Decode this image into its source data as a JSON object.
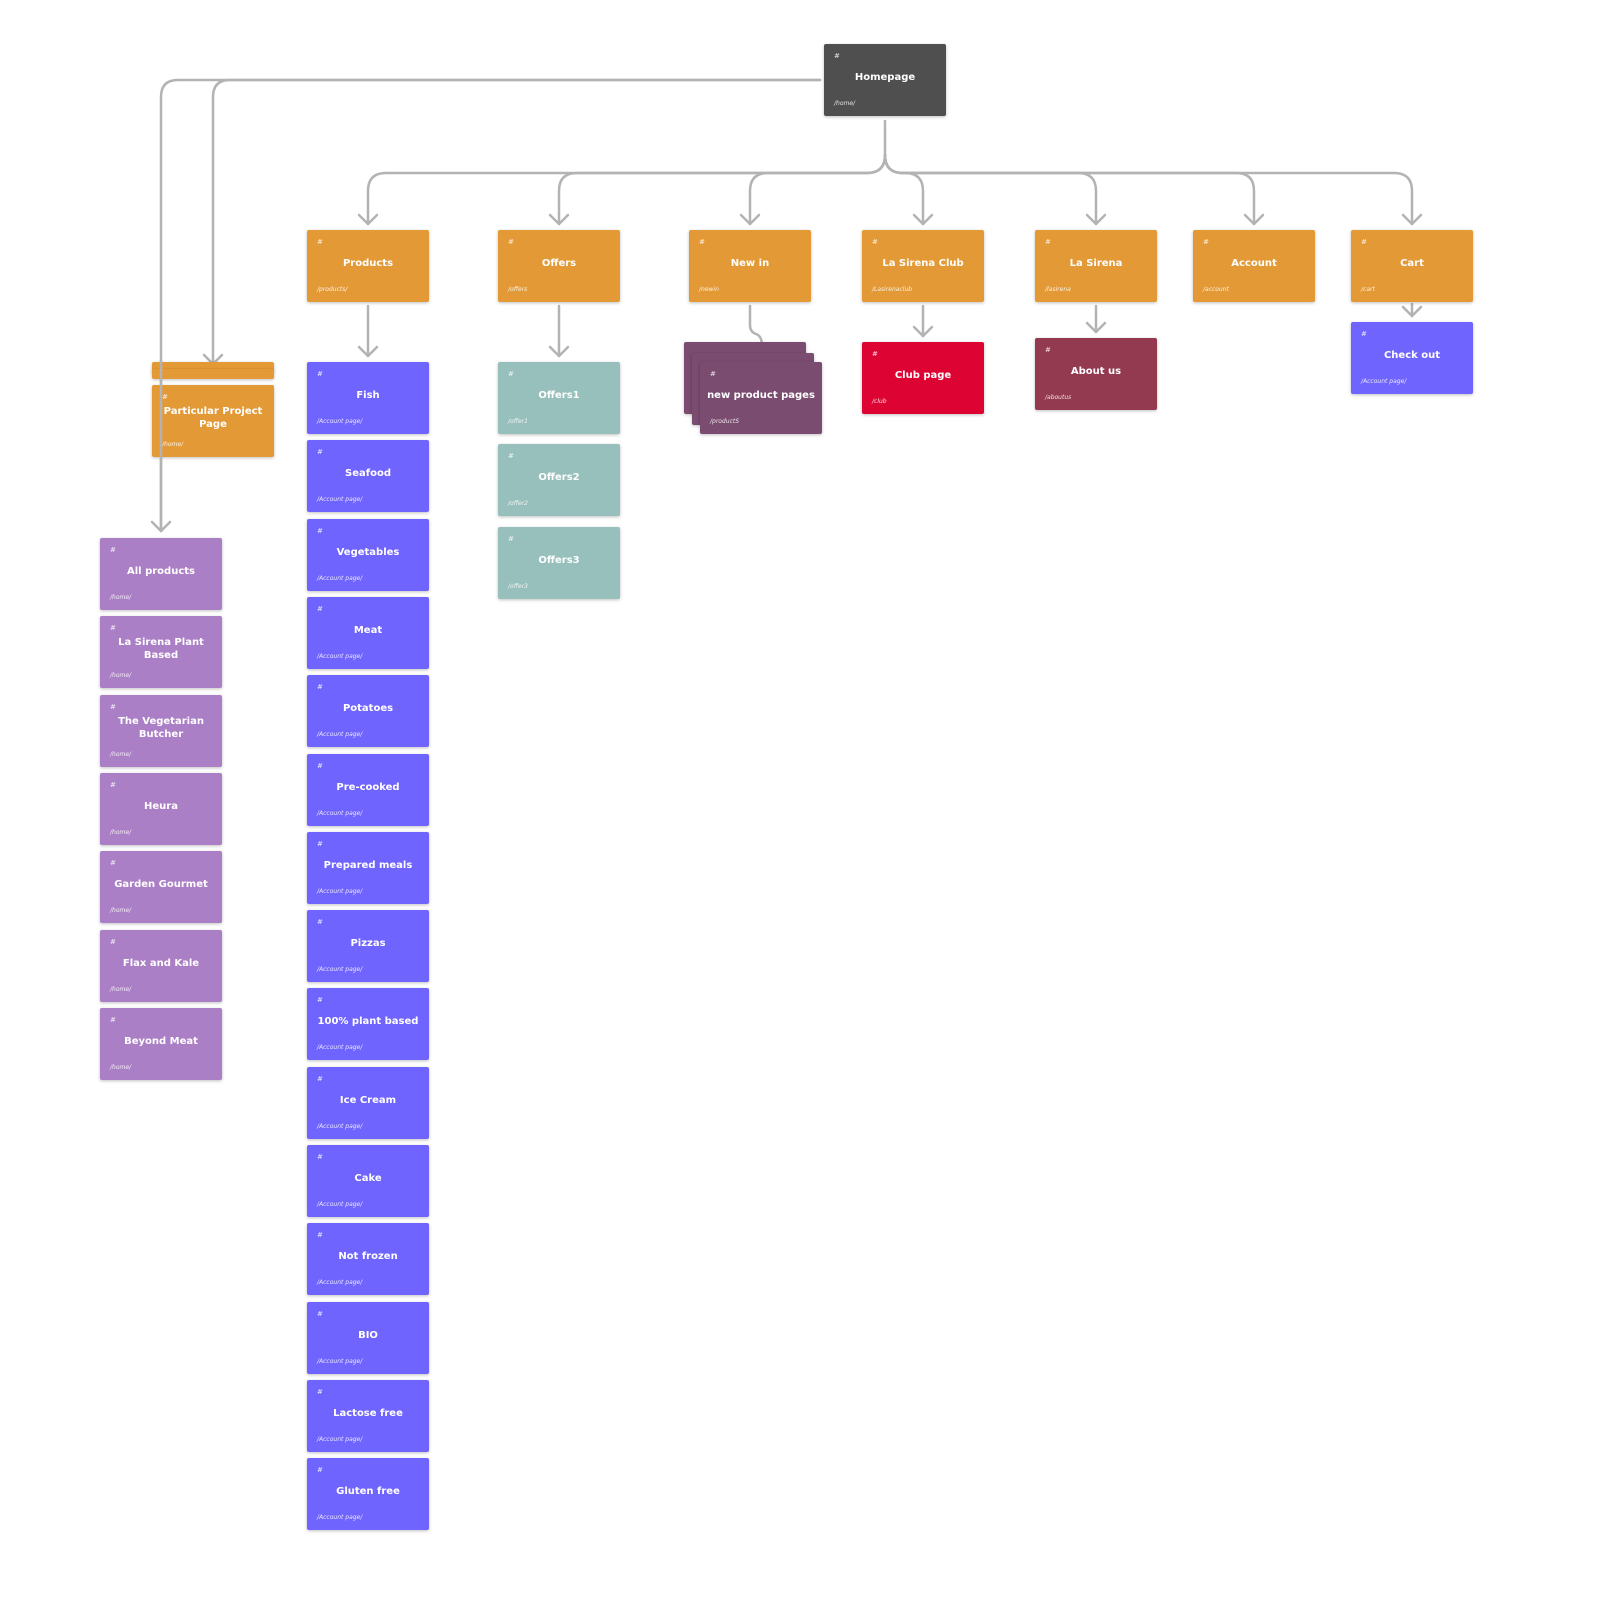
{
  "colors": {
    "root": "#4f4f4f",
    "section": "#e39a36",
    "category": "#7064fe",
    "brand": "#ab7fc5",
    "offer": "#97bfbb",
    "newin": "#7a4c70",
    "club": "#dd0434",
    "about": "#933a50",
    "connector": "#b3b3b3"
  },
  "root": {
    "hash": "#",
    "title": "Homepage",
    "path": "/home/"
  },
  "sections": [
    {
      "hash": "#",
      "title": "Products",
      "path": "/products/"
    },
    {
      "hash": "#",
      "title": "Offers",
      "path": "/offers"
    },
    {
      "hash": "#",
      "title": "New in",
      "path": "/newin"
    },
    {
      "hash": "#",
      "title": "La Sirena Club",
      "path": "/Lasirenaclub"
    },
    {
      "hash": "#",
      "title": "La Sirena",
      "path": "/lasirena"
    },
    {
      "hash": "#",
      "title": "Account",
      "path": "/account"
    },
    {
      "hash": "#",
      "title": "Cart",
      "path": "/cart"
    }
  ],
  "project_page": {
    "hash": "#",
    "title": "Particular Project Page",
    "path": "/home/"
  },
  "brands": [
    {
      "hash": "#",
      "title": "All products",
      "path": "/home/"
    },
    {
      "hash": "#",
      "title": "La Sirena Plant Based",
      "path": "/home/"
    },
    {
      "hash": "#",
      "title": "The Vegetarian Butcher",
      "path": "/home/"
    },
    {
      "hash": "#",
      "title": "Heura",
      "path": "/home/"
    },
    {
      "hash": "#",
      "title": "Garden Gourmet",
      "path": "/home/"
    },
    {
      "hash": "#",
      "title": "Flax and Kale",
      "path": "/home/"
    },
    {
      "hash": "#",
      "title": "Beyond Meat",
      "path": "/home/"
    }
  ],
  "categories": [
    {
      "hash": "#",
      "title": "Fish",
      "path": "/Account page/"
    },
    {
      "hash": "#",
      "title": "Seafood",
      "path": "/Account page/"
    },
    {
      "hash": "#",
      "title": "Vegetables",
      "path": "/Account page/"
    },
    {
      "hash": "#",
      "title": "Meat",
      "path": "/Account page/"
    },
    {
      "hash": "#",
      "title": "Potatoes",
      "path": "/Account page/"
    },
    {
      "hash": "#",
      "title": "Pre-cooked",
      "path": "/Account page/"
    },
    {
      "hash": "#",
      "title": "Prepared meals",
      "path": "/Account page/"
    },
    {
      "hash": "#",
      "title": "Pizzas",
      "path": "/Account page/"
    },
    {
      "hash": "#",
      "title": "100% plant based",
      "path": "/Account page/"
    },
    {
      "hash": "#",
      "title": "Ice Cream",
      "path": "/Account page/"
    },
    {
      "hash": "#",
      "title": "Cake",
      "path": "/Account page/"
    },
    {
      "hash": "#",
      "title": "Not frozen",
      "path": "/Account page/"
    },
    {
      "hash": "#",
      "title": "BIO",
      "path": "/Account page/"
    },
    {
      "hash": "#",
      "title": "Lactose free",
      "path": "/Account page/"
    },
    {
      "hash": "#",
      "title": "Gluten free",
      "path": "/Account page/"
    }
  ],
  "offers": [
    {
      "hash": "#",
      "title": "Offers1",
      "path": "/offer1"
    },
    {
      "hash": "#",
      "title": "Offers2",
      "path": "/offer2"
    },
    {
      "hash": "#",
      "title": "Offers3",
      "path": "/offer3"
    }
  ],
  "new_product_pages": {
    "hash": "#",
    "title": "new product pages",
    "path": "/productS"
  },
  "club_page": {
    "hash": "#",
    "title": "Club page",
    "path": "/club"
  },
  "about_us": {
    "hash": "#",
    "title": "About us",
    "path": "/aboutus"
  },
  "check_out": {
    "hash": "#",
    "title": "Check out",
    "path": "/Account page/"
  }
}
